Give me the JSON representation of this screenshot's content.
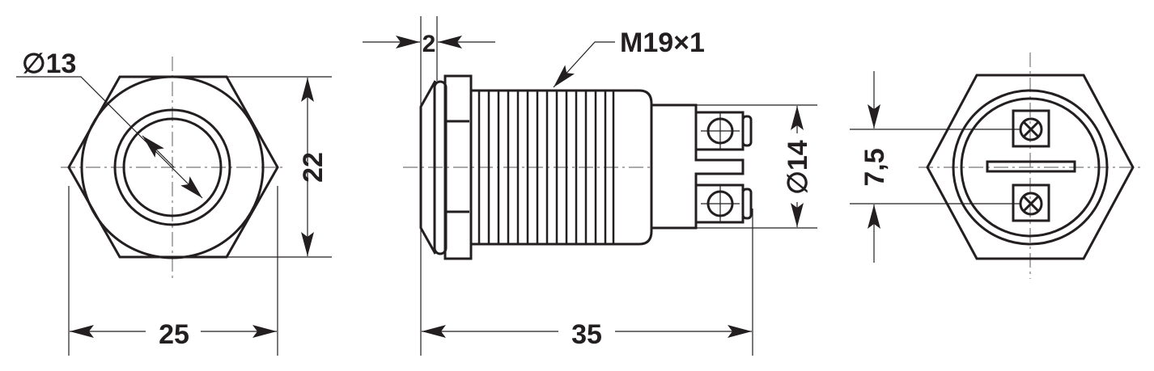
{
  "title": "Push button switch dimensional drawing",
  "dimensions": {
    "front_diameter": "∅13",
    "height": "22",
    "width": "25",
    "bezel_thickness": "2",
    "thread": "M19×1",
    "length": "35",
    "rear_diameter": "∅14",
    "terminal_spacing": "7,5"
  },
  "colors": {
    "line": "#231f20",
    "centerline": "#777777"
  }
}
